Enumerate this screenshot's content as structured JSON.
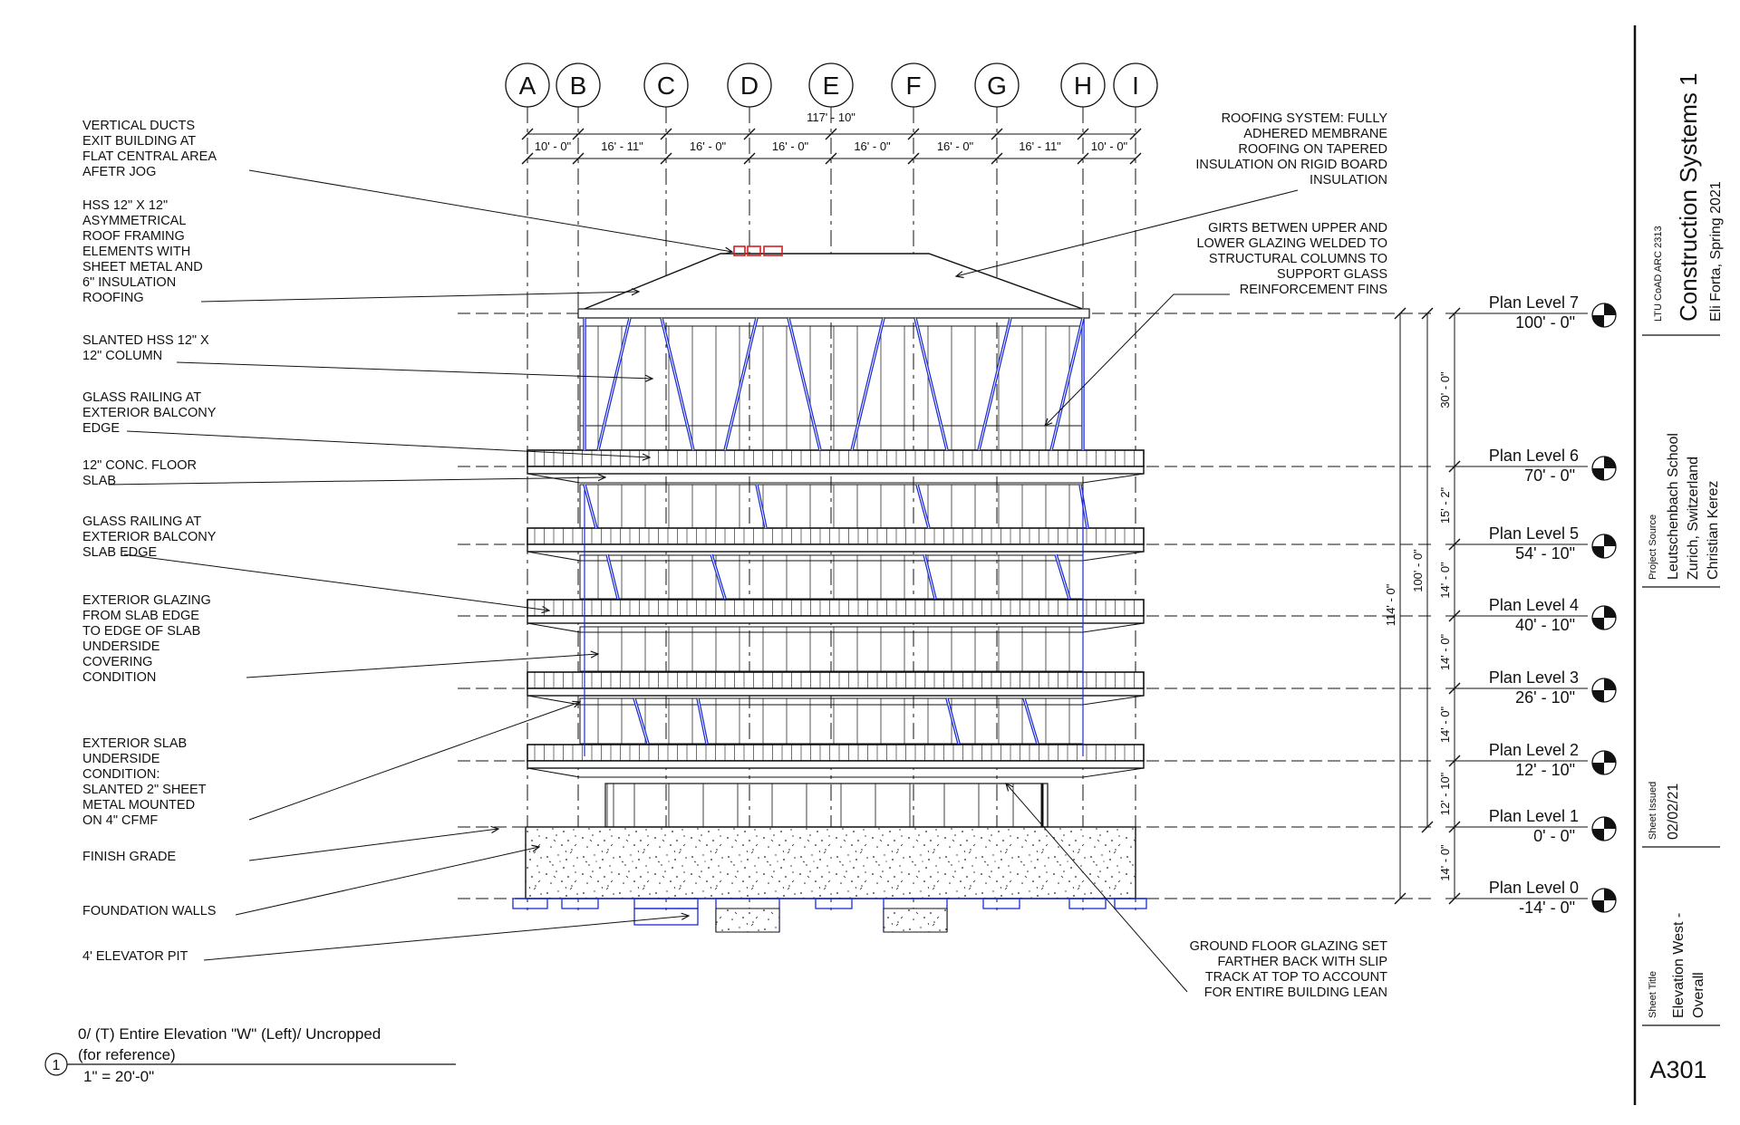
{
  "sheet": {
    "course": "LTU CoAD ARC 2313",
    "course_title": "Construction Systems 1",
    "author_term": "Eli Forta, Spring 2021",
    "project_source_label": "Project Source",
    "project_lines": [
      "Leutschenbach School",
      "Zurich, Switzerland",
      "Christian Kerez"
    ],
    "issued_label": "Sheet Issued",
    "issued_date": "02/02/21",
    "title_label": "Sheet Title",
    "title_lines": [
      "Elevation West -",
      "Overall"
    ],
    "sheet_number": "A301"
  },
  "view": {
    "number": "1",
    "title_line1": "0/ (T) Entire Elevation \"W\" (Left)/ Uncropped",
    "title_line2": "(for reference)",
    "scale": "1\" = 20'-0\""
  },
  "gridlines": [
    "A",
    "B",
    "C",
    "D",
    "E",
    "F",
    "G",
    "H",
    "I"
  ],
  "dimensions": {
    "overall": "117' - 10\"",
    "bays": [
      "10' - 0\"",
      "16' - 11\"",
      "16' - 0\"",
      "16' - 0\"",
      "16' - 0\"",
      "16' - 0\"",
      "16' - 11\"",
      "10' - 0\""
    ],
    "total_height": "114' - 0\"",
    "above_grade": "100' - 0\"",
    "story_heights": [
      "30' - 0\"",
      "15' - 2\"",
      "14' - 0\"",
      "14' - 0\"",
      "14' - 0\"",
      "12' - 10\"",
      "14' - 0\""
    ]
  },
  "levels": [
    {
      "name": "Plan Level 7",
      "elev": "100' - 0\""
    },
    {
      "name": "Plan Level 6",
      "elev": "70' - 0\""
    },
    {
      "name": "Plan Level 5",
      "elev": "54' - 10\""
    },
    {
      "name": "Plan Level 4",
      "elev": "40' - 10\""
    },
    {
      "name": "Plan Level 3",
      "elev": "26' - 10\""
    },
    {
      "name": "Plan Level 2",
      "elev": "12' - 10\""
    },
    {
      "name": "Plan Level 1",
      "elev": "0' - 0\""
    },
    {
      "name": "Plan Level 0",
      "elev": "-14' - 0\""
    }
  ],
  "left_notes": [
    [
      "VERTICAL DUCTS",
      "EXIT BUILDING AT",
      "FLAT CENTRAL AREA",
      "AFETR JOG"
    ],
    [
      "HSS 12\" X 12\"",
      "ASYMMETRICAL",
      "ROOF FRAMING",
      "ELEMENTS WITH",
      "SHEET METAL AND",
      "6\" INSULATION",
      "ROOFING"
    ],
    [
      "SLANTED HSS 12\" X",
      "12\" COLUMN"
    ],
    [
      "GLASS RAILING AT",
      "EXTERIOR BALCONY",
      "EDGE"
    ],
    [
      "12\" CONC. FLOOR",
      "SLAB"
    ],
    [
      "GLASS RAILING AT",
      "EXTERIOR BALCONY",
      "SLAB EDGE"
    ],
    [
      "EXTERIOR GLAZING",
      "FROM SLAB EDGE",
      "TO EDGE OF SLAB",
      "UNDERSIDE",
      "COVERING",
      "CONDITION"
    ],
    [
      "EXTERIOR SLAB",
      "UNDERSIDE",
      "CONDITION:",
      "SLANTED 2\" SHEET",
      "METAL MOUNTED",
      "ON 4\" CFMF"
    ],
    [
      "FINISH GRADE"
    ],
    [
      "FOUNDATION WALLS"
    ],
    [
      "4' ELEVATOR PIT"
    ]
  ],
  "right_notes": [
    [
      "ROOFING SYSTEM: FULLY",
      "ADHERED MEMBRANE",
      "ROOFING ON TAPERED",
      "INSULATION ON RIGID BOARD",
      "INSULATION"
    ],
    [
      "GIRTS BETWEN UPPER AND",
      "LOWER GLAZING WELDED TO",
      "STRUCTURAL COLUMNS TO",
      "SUPPORT GLASS",
      "REINFORCEMENT FINS"
    ],
    [
      "GROUND FLOOR GLAZING SET",
      "FARTHER BACK WITH SLIP",
      "TRACK AT TOP TO ACCOUNT",
      "FOR ENTIRE BUILDING LEAN"
    ]
  ],
  "colors": {
    "linework": "#111111",
    "steel": "#1b2bd6",
    "roof_duct": "#d42020"
  }
}
